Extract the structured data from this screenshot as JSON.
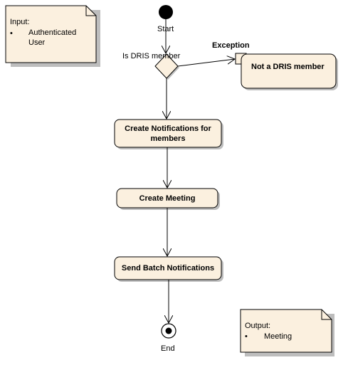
{
  "input_note": {
    "title": "Input:",
    "bullet": "•",
    "item": "Authenticated User"
  },
  "output_note": {
    "title": "Output:",
    "bullet": "•",
    "item": "Meeting"
  },
  "start_label": "Start",
  "end_label": "End",
  "decision_label": "Is DRIS member",
  "exception_label": "Exception",
  "actions": {
    "not_member": "Not a DRIS member",
    "create_notifications": "Create Notifications for members",
    "create_meeting": "Create Meeting",
    "send_batch": "Send Batch Notifications"
  },
  "colors": {
    "node_fill": "#fbf0df",
    "shadow": "#bdbdbd",
    "stroke": "#000000"
  }
}
